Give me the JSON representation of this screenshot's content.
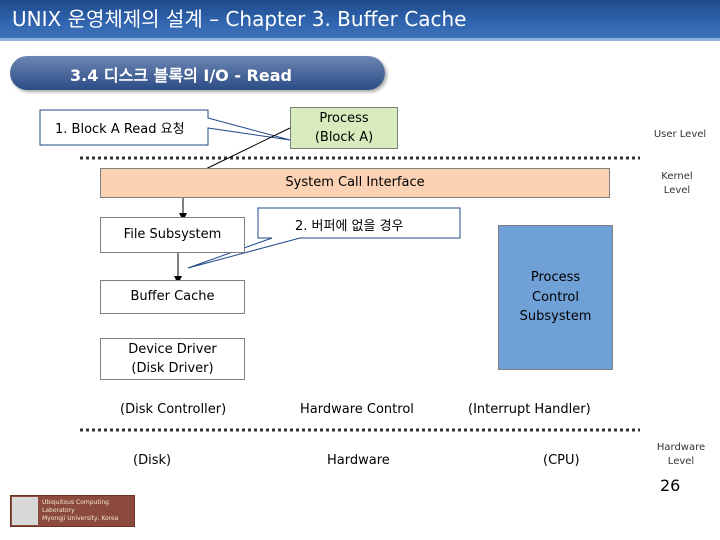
{
  "title": "UNIX 운영체제의 설계 – Chapter 3. Buffer Cache",
  "section": "3.4 디스크 블록의 I/O - Read",
  "callouts": {
    "block_read": "1. Block A Read 요청",
    "not_in_buffer": "2. 버퍼에 없을 경우"
  },
  "boxes": {
    "process": "Process\n(Block A)",
    "system_call": "System Call Interface",
    "file_subsystem": "File Subsystem",
    "buffer_cache": "Buffer Cache",
    "process_control": "Process\nControl\nSubsystem",
    "device_driver": "Device Driver\n(Disk Driver)"
  },
  "rows": {
    "disk_controller": "(Disk Controller)",
    "hardware_control": "Hardware Control",
    "interrupt_handler": "(Interrupt Handler)",
    "disk": "(Disk)",
    "hardware": "Hardware",
    "cpu": "(CPU)"
  },
  "levels": {
    "user": "User Level",
    "kernel": "Kernel\nLevel",
    "hardware": "Hardware\nLevel"
  },
  "page_number": "26",
  "logo_text": "Ubiquitous Computing Laboratory\nMyongji University, Korea",
  "colors": {
    "title_bar": "#2f63ad",
    "process_box": "#d7ebbd",
    "system_call_box": "#fbd3b4",
    "process_control_box": "#6fa1d6"
  }
}
